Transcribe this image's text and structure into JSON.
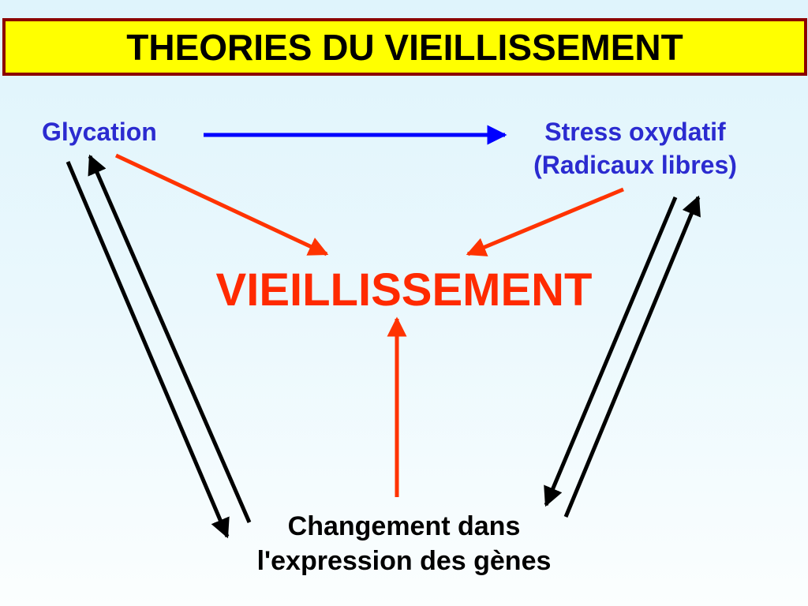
{
  "title": "THEORIES DU VIEILLISSEMENT",
  "nodes": {
    "glycation": "Glycation",
    "stress_line1": "Stress oxydatif",
    "stress_line2": "(Radicaux libres)",
    "center": "VIEILLISSEMENT",
    "genes_line1": "Changement dans",
    "genes_line2": "l'expression des gènes"
  },
  "colors": {
    "title_background": "#ffff00",
    "title_border": "#8b0000",
    "node_text": "#2b2bd0",
    "center_text": "#ff2a00",
    "genes_text": "#000000",
    "arrow_blue": "#0000ff",
    "arrow_red": "#ff3300",
    "arrow_black": "#000000"
  },
  "edges": [
    {
      "from": "glycation",
      "to": "stress",
      "color": "blue"
    },
    {
      "from": "glycation",
      "to": "center",
      "color": "red"
    },
    {
      "from": "stress",
      "to": "center",
      "color": "red"
    },
    {
      "from": "genes",
      "to": "center",
      "color": "red"
    },
    {
      "from": "glycation",
      "to": "genes",
      "color": "black"
    },
    {
      "from": "genes",
      "to": "glycation",
      "color": "black"
    },
    {
      "from": "stress",
      "to": "genes",
      "color": "black"
    },
    {
      "from": "genes",
      "to": "stress",
      "color": "black"
    }
  ]
}
